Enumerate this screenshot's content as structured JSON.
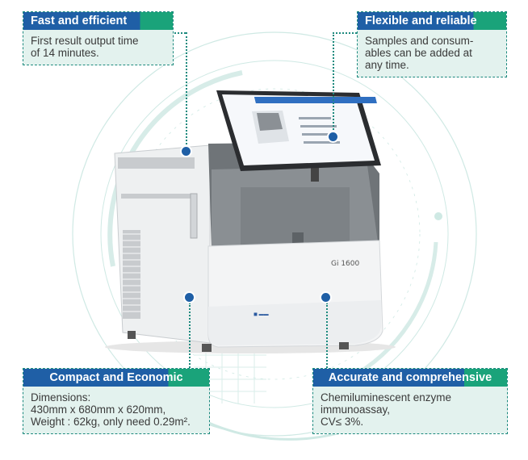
{
  "colors": {
    "title_blue": "#1f5fa6",
    "accent_green": "#1aa37a",
    "body_bg": "#e3f2ee",
    "leader": "#1d8a7e",
    "dot": "#1f5fa6"
  },
  "callouts": {
    "fast": {
      "title": "Fast and efficient",
      "lines": [
        "First result output time",
        "of 14 minutes."
      ]
    },
    "flexible": {
      "title": "Flexible and reliable",
      "lines": [
        "Samples and consum-",
        "ables can be added at",
        "any time."
      ]
    },
    "compact": {
      "title": "Compact and Economic",
      "lines": [
        "Dimensions:",
        "430mm x 680mm x 620mm,",
        "Weight : 62kg,  only need 0.29m²."
      ]
    },
    "accurate": {
      "title": "Accurate and comprehensive",
      "lines": [
        "Chemiluminescent enzyme",
        "immunoassay,",
        "CV≤ 3%."
      ]
    }
  },
  "instrument": {
    "model_label": "Gi 1600",
    "icon": "analyzer-instrument-image"
  }
}
